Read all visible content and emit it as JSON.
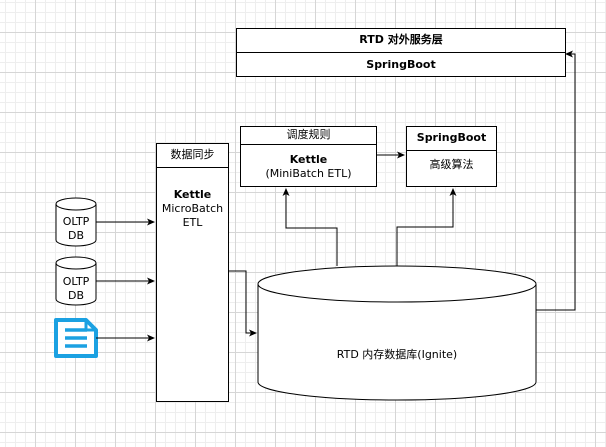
{
  "service_layer": {
    "title": "RTD 对外服务层",
    "sub": "SpringBoot"
  },
  "sync": {
    "title": "数据同步",
    "tool": "Kettle",
    "line1": "MicroBatch",
    "line2": "ETL"
  },
  "schedule": {
    "title": "调度规则",
    "tool": "Kettle",
    "detail": "(MiniBatch ETL)"
  },
  "algo": {
    "title": "SpringBoot",
    "detail": "高级算法"
  },
  "db1": {
    "line1": "OLTP",
    "line2": "DB"
  },
  "db2": {
    "line1": "OLTP",
    "line2": "DB"
  },
  "memdb": {
    "label": "RTD 内存数据库(Ignite)"
  },
  "colors": {
    "line": "#000000",
    "file_icon": "#1ba1e2",
    "grid": "#d6d6d6"
  },
  "icons": {
    "file": "file-document-icon"
  }
}
